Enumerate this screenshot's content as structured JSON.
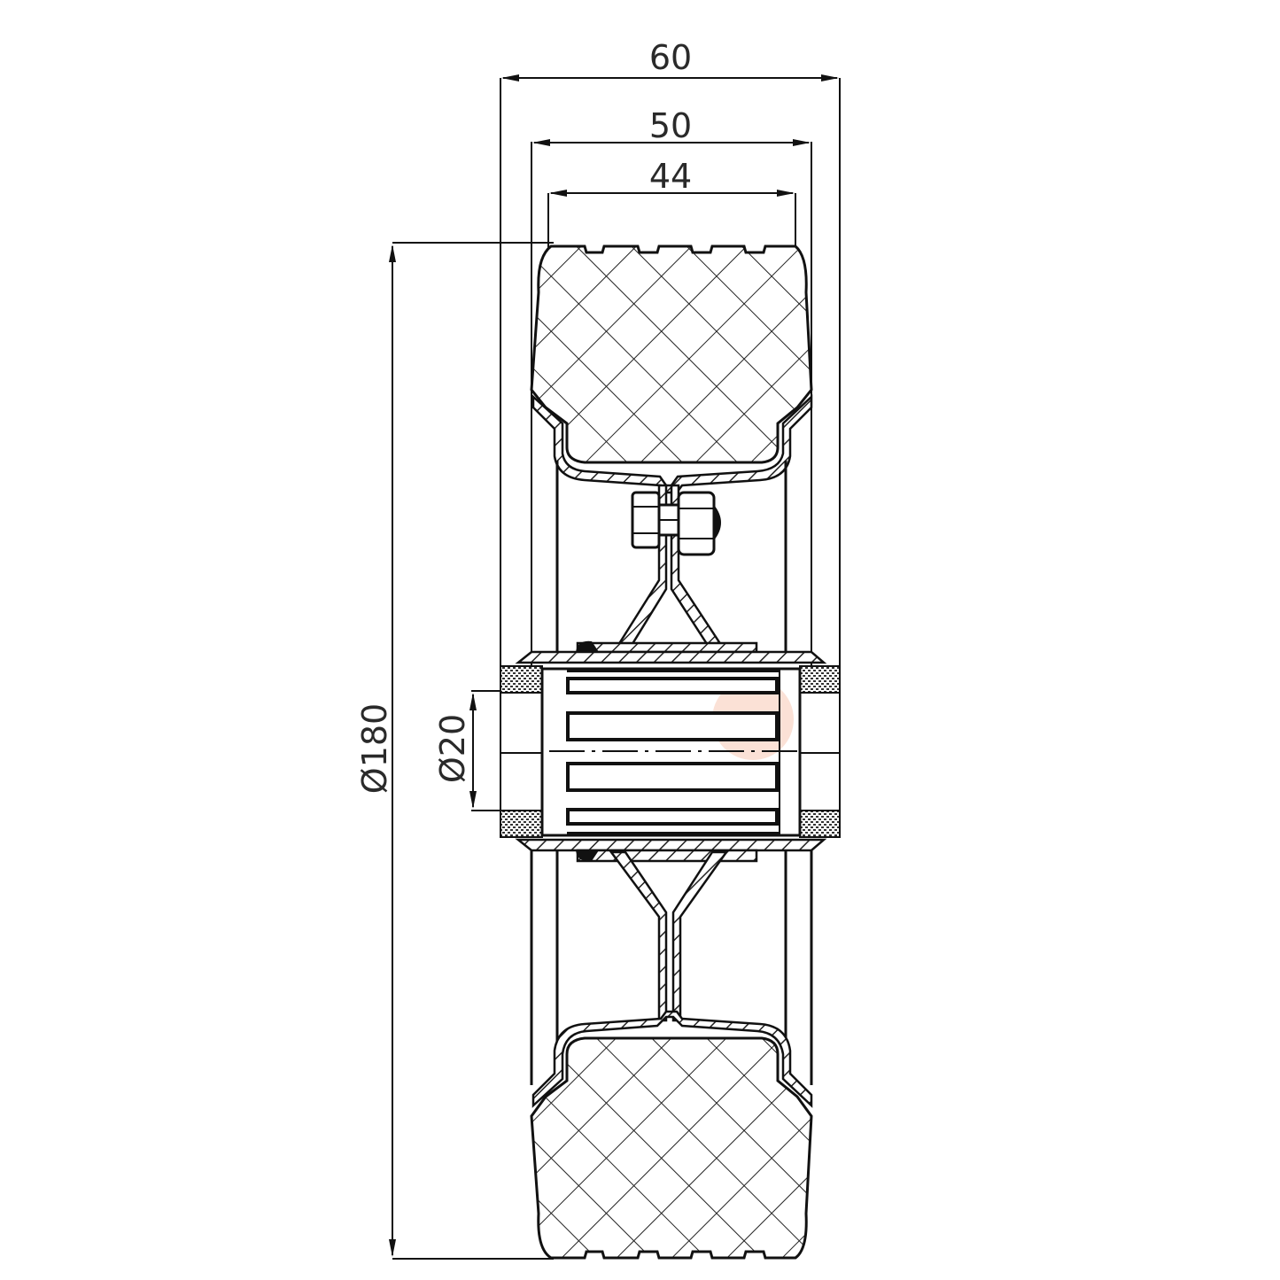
{
  "drawing": {
    "title": "Wheel cross-section technical drawing",
    "colors": {
      "line": "#111111",
      "text": "#2a2a2a",
      "background": "#ffffff",
      "highlight": "#f7c9b4"
    }
  },
  "dimensions": {
    "overall_width": {
      "label": "60",
      "value_mm": 60
    },
    "hub_width": {
      "label": "50",
      "value_mm": 50
    },
    "tread_width": {
      "label": "44",
      "value_mm": 44
    },
    "wheel_diameter": {
      "label": "Ø180",
      "value_mm": 180
    },
    "bore_diameter": {
      "label": "Ø20",
      "value_mm": 20
    }
  },
  "components": [
    {
      "name": "tyre",
      "hatch": "cross-hatch"
    },
    {
      "name": "rim",
      "hatch": "diagonal"
    },
    {
      "name": "bolt-and-nut"
    },
    {
      "name": "hub-sleeve",
      "hatch": "diagonal"
    },
    {
      "name": "roller-bearing"
    },
    {
      "name": "seals"
    }
  ]
}
